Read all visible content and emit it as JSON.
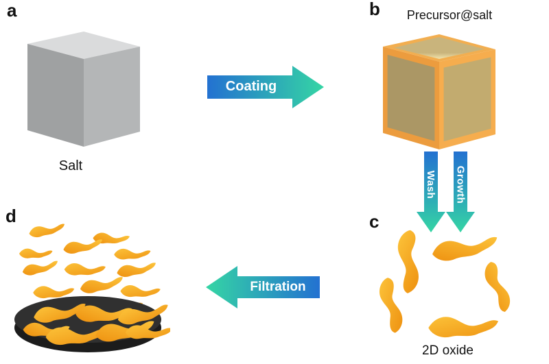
{
  "figure": {
    "type": "schematic-process-diagram",
    "panels": {
      "a": {
        "label": "a",
        "caption": "Salt"
      },
      "b": {
        "label": "b",
        "caption": "Precursor@salt"
      },
      "c": {
        "label": "c",
        "caption": "2D oxide"
      },
      "d": {
        "label": "d"
      }
    },
    "arrows": {
      "coating": {
        "label": "Coating",
        "direction": "right"
      },
      "wash": {
        "label": "Wash",
        "direction": "down"
      },
      "growth": {
        "label": "Growth",
        "direction": "down"
      },
      "filtration": {
        "label": "Filtration",
        "direction": "left"
      }
    }
  },
  "colors": {
    "background": "#ffffff",
    "text": "#111111",
    "arrow-text": "#ffffff",
    "arrow-blue": "#2371d1",
    "arrow-teal": "#35d5a4",
    "flake-light": "#fcc33a",
    "flake-dark": "#ee9110",
    "cube-top": "#dadbdc",
    "cube-left": "#9fa1a2",
    "cube-right": "#b4b6b7",
    "coat-top": "#f2ae50",
    "coat-left": "#ec9c3e",
    "coat-right": "#f6ad4e",
    "core-top-dark": "#c9b47c",
    "core-top-light": "#f2e3ab",
    "core-left": "#ab9765",
    "core-right": "#c2ab6f",
    "disc-top": "#303030",
    "disc-side": "#1c1c1c"
  }
}
